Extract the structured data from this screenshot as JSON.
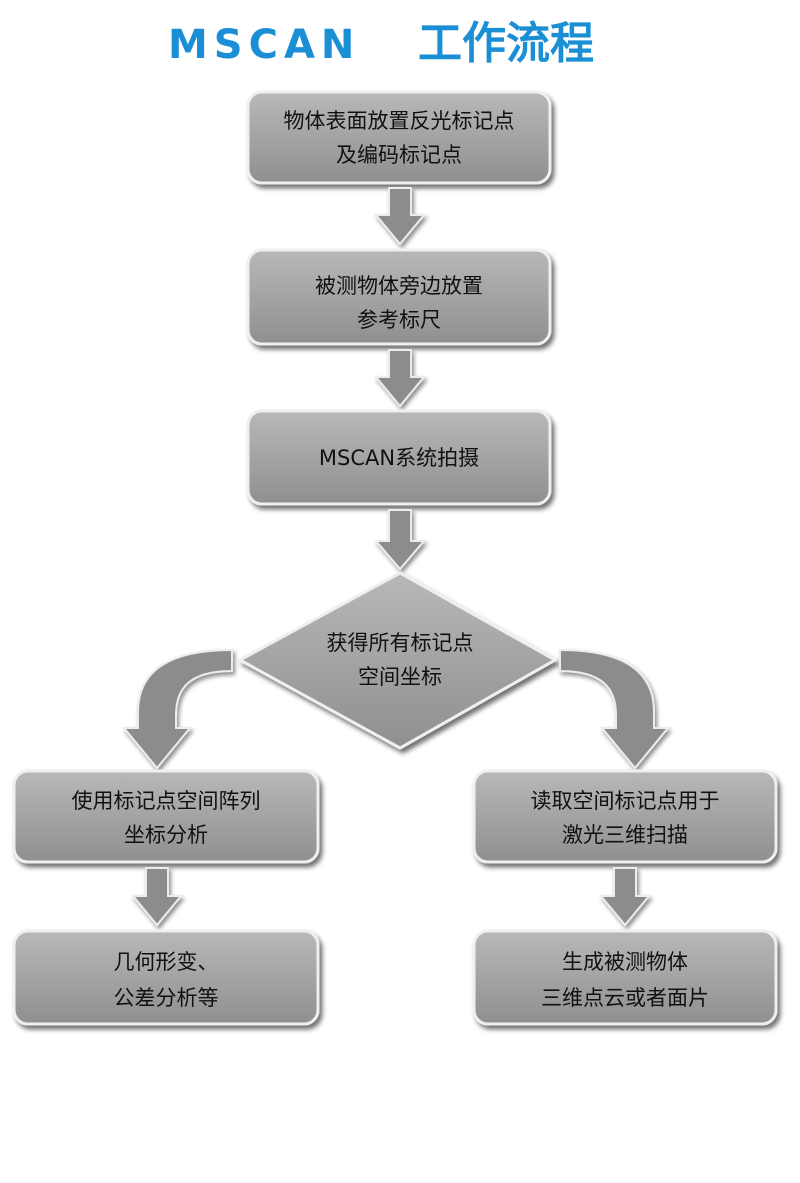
{
  "header": {
    "title_latin": "MSCAN",
    "title_cn": "工作流程",
    "title_color": "#1a8fd6"
  },
  "colors": {
    "box_fill": "#9a9a9a",
    "box_fill_top": "#b3b3b3",
    "box_border": "#f2f2f2",
    "arrow_fill": "#8c8c8c",
    "text": "#111111"
  },
  "steps": {
    "step1": {
      "line1": "物体表面放置反光标记点",
      "line2": "及编码标记点"
    },
    "step2": {
      "line1": "被测物体旁边放置",
      "line2": "参考标尺"
    },
    "step3": {
      "line1": "MSCAN系统拍摄"
    },
    "decision": {
      "line1": "获得所有标记点",
      "line2": "空间坐标"
    },
    "left1": {
      "line1": "使用标记点空间阵列",
      "line2": "坐标分析"
    },
    "left2": {
      "line1": "几何形变、",
      "line2": "公差分析等"
    },
    "right1": {
      "line1": "读取空间标记点用于",
      "line2": "激光三维扫描"
    },
    "right2": {
      "line1": "生成被测物体",
      "line2": "三维点云或者面片"
    }
  }
}
